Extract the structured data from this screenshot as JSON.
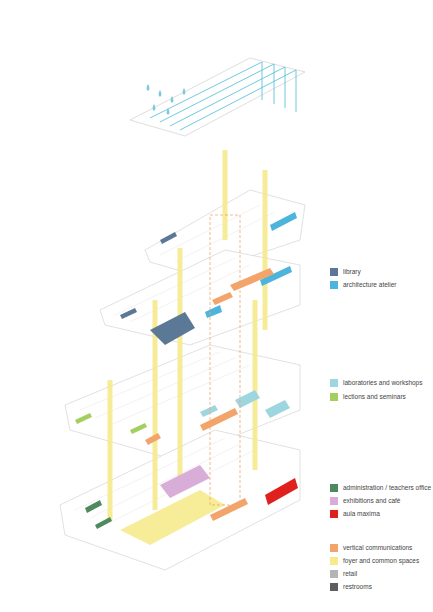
{
  "diagram": {
    "legend": [
      {
        "text": "library",
        "color": "#5b7896"
      },
      {
        "text": "architecture atelier",
        "color": "#4db4dc"
      },
      {
        "text": "laboratories and workshops",
        "color": "#9ed6e0"
      },
      {
        "text": "lections and seminars",
        "color": "#a3cf5e"
      },
      {
        "text": "administration / teachers office",
        "color": "#4f8a5e"
      },
      {
        "text": "exhibitions and café",
        "color": "#d8aed8"
      },
      {
        "text": "aula maxima",
        "color": "#e0201c"
      },
      {
        "text": "vertical communications",
        "color": "#f2a46a"
      },
      {
        "text": "foyer and common spaces",
        "color": "#f6ea8c"
      },
      {
        "text": "retail",
        "color": "#b4b4b4"
      },
      {
        "text": "restrooms",
        "color": "#5e5e5e"
      }
    ]
  }
}
